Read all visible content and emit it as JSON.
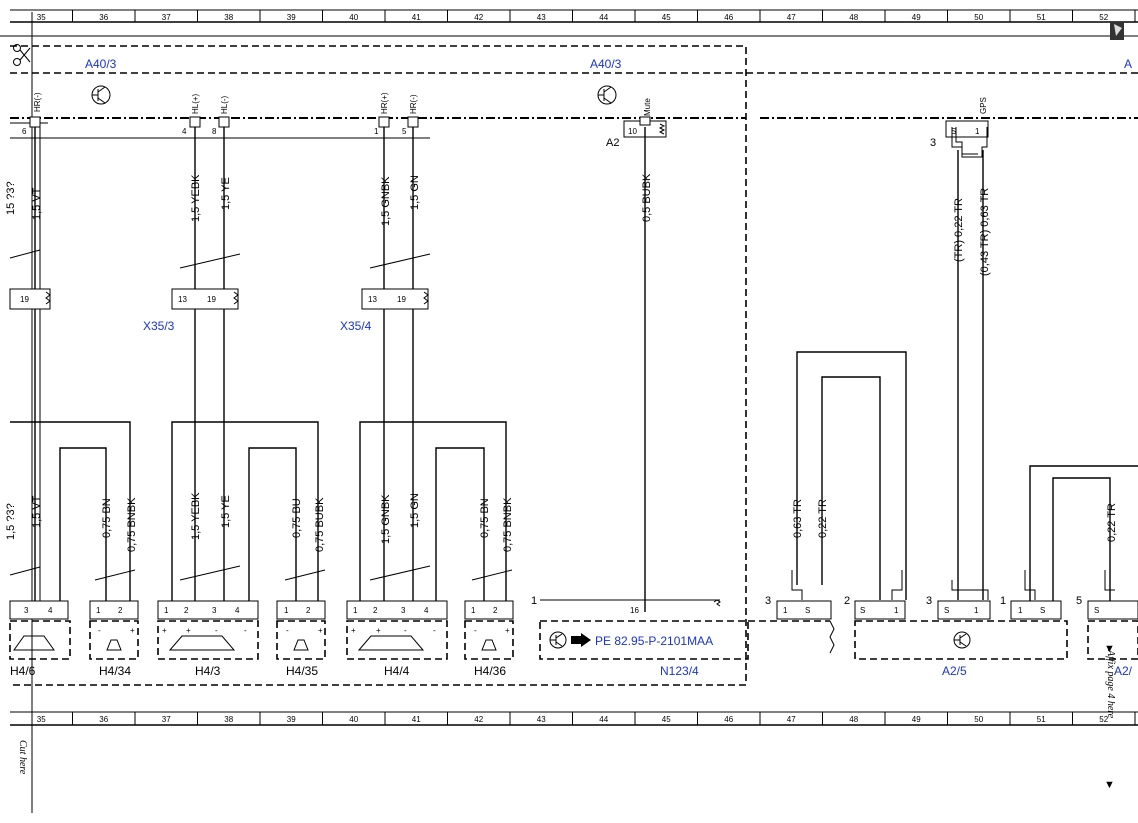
{
  "grid": {
    "columns": [
      "35",
      "36",
      "37",
      "38",
      "39",
      "40",
      "41",
      "42",
      "43",
      "44",
      "45",
      "46",
      "47",
      "48",
      "49",
      "50",
      "51",
      "52"
    ]
  },
  "components": {
    "a40_3_left": "A40/3",
    "a40_3_right": "A40/3",
    "a_edge": "A",
    "x35_3": "X35/3",
    "x35_4": "X35/4",
    "n123_4": "N123/4",
    "a2_5": "A2/5",
    "a2_edge": "A2/",
    "h4_6": "H4/6",
    "h4_34": "H4/34",
    "h4_3": "H4/3",
    "h4_35": "H4/35",
    "h4_4": "H4/4",
    "h4_36": "H4/36",
    "a2_label": "A2"
  },
  "reference": {
    "text": "PE 82.95-P-2101MAA"
  },
  "signals": {
    "hr_minus_left": "HR(-)",
    "hl_plus": "HL(+)",
    "hl_minus": "HL(-)",
    "hr_plus": "HR(+)",
    "hr_minus": "HR(-)",
    "mute": "Mute",
    "gps": "GPS"
  },
  "pins": {
    "top": {
      "p6": "6",
      "p4": "4",
      "p8": "8",
      "p1": "1",
      "p5": "5",
      "p10": "10",
      "p3a": "3",
      "ps": "S",
      "p1b": "1"
    },
    "x35": {
      "p19a": "19",
      "p13a": "13",
      "p19b": "19",
      "p13b": "13",
      "p19c": "19"
    },
    "bottom": {
      "p1": "1",
      "p2": "2",
      "p3": "3",
      "p4": "4",
      "p16": "16",
      "pS": "S"
    },
    "groups": {
      "g1": "1",
      "g3a": "3",
      "g2": "2",
      "g3b": "3",
      "g1b": "1",
      "g5": "5"
    }
  },
  "wires": {
    "vt_top": "1,5 VT",
    "yebk_top": "1,5 YEBK",
    "ye_top": "1,5 YE",
    "gnbk_top": "1,5 GNBK",
    "gn_top": "1,5 GN",
    "bubk_top": "0,5 BUBK",
    "tr1": "(TR) 0,22 TR",
    "tr2": "(0,43 TR) 0,63 TR",
    "vt_bot": "1,5 VT",
    "bn1": "0,75 BN",
    "bnbk1": "0,75 BNBK",
    "yebk_bot": "1,5 YEBK",
    "ye_bot": "1,5 YE",
    "bu": "0,75 BU",
    "bubk_bot": "0,75 BUBK",
    "gnbk_bot": "1,5 GNBK",
    "gn_bot": "1,5 GN",
    "bn2": "0,75 BN",
    "bnbk2": "0,75 BNBK",
    "tr63": "0,63 TR",
    "tr22": "0,22 TR",
    "tr22b": "0,22 TR",
    "frag1": "15 ?3?",
    "frag2": "1,5 ?3?"
  },
  "margin": {
    "cut_here": "Cut here",
    "affix": "Affix page 4 here"
  },
  "colors": {
    "label_blue": "#1a35c8",
    "line": "#000000"
  }
}
